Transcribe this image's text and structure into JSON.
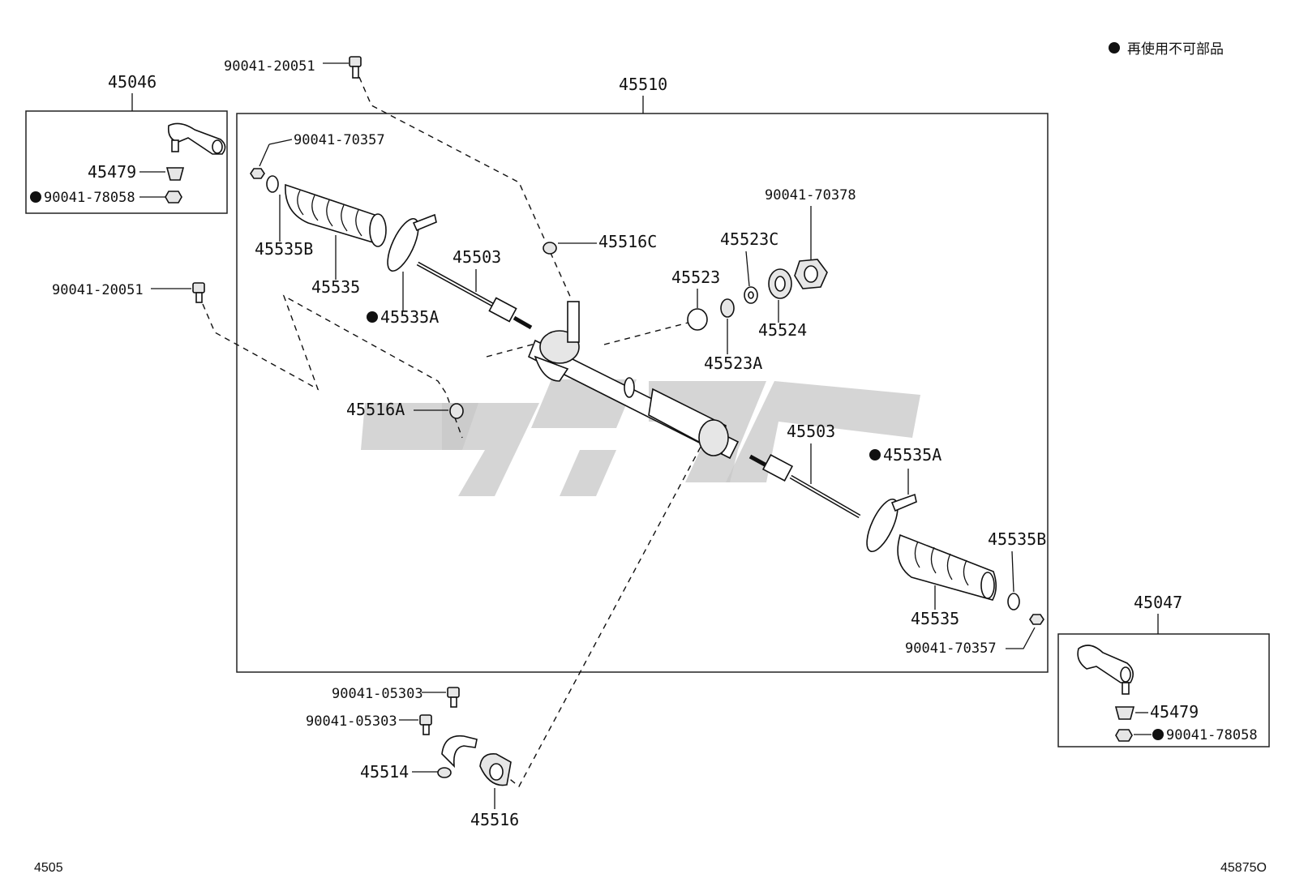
{
  "legend": {
    "text": "再使用不可部品"
  },
  "assemblies": {
    "main": "45510",
    "left_end": "45046",
    "right_end": "45047"
  },
  "labels": {
    "bolt_top": "90041-20051",
    "bolt_left": "90041-20051",
    "clip_tl": "90041-70357",
    "clip_br": "90041-70357",
    "boot_clip_l": "45535B",
    "boot_clip_r": "45535B",
    "boot_l": "45535",
    "boot_r": "45535",
    "band_l": "45535A",
    "band_r": "45535A",
    "tie_rod_l": "45503",
    "tie_rod_r": "45503",
    "grommet_c": "45516C",
    "grommet_a": "45516A",
    "guide": "45523",
    "spring": "45523A",
    "washer": "45523C",
    "plug": "45524",
    "locknut": "90041-70378",
    "seat_l": "45479",
    "nut_l": "90041-78058",
    "seat_r": "45479",
    "nut_r": "90041-78058",
    "bolt_b1": "90041-05303",
    "bolt_b2": "90041-05303",
    "bracket": "45514",
    "bushing": "45516"
  },
  "footer": {
    "left": "4505",
    "right": "45875O"
  }
}
